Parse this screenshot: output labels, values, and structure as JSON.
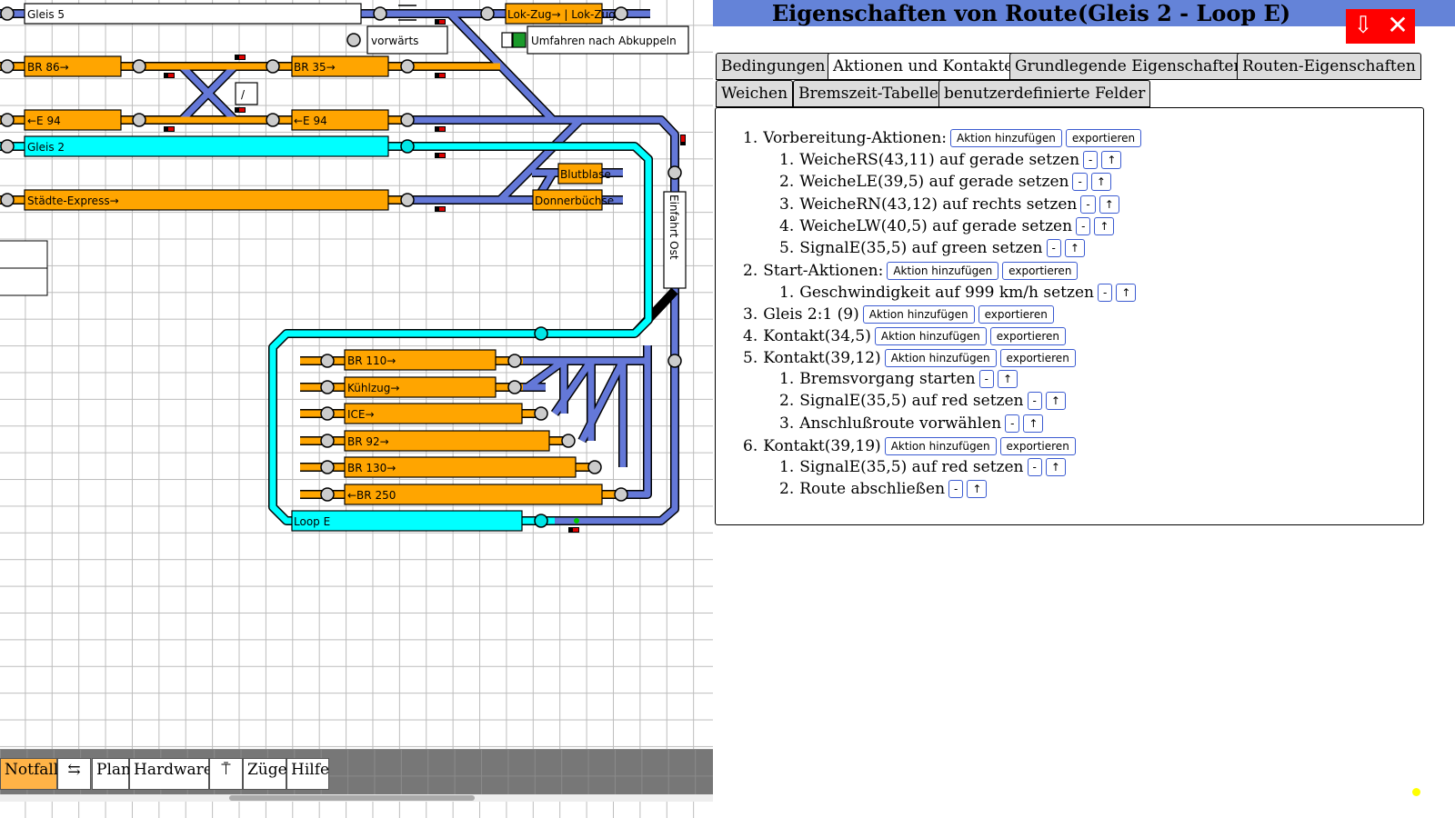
{
  "plan": {
    "tracks": {
      "gleis5": "Gleis 5",
      "br86": "BR 86→",
      "br35": "BR 35→",
      "e94a": "←E 94",
      "e94b": "←E 94",
      "gleis2": "Gleis 2",
      "staedte": "Städte-Express→",
      "lokzug": "Lok-Zug→ | Lok-Zug",
      "vorwaerts": "vorwärts",
      "umfahren": "Umfahren nach Abkuppeln",
      "blutblase": "Blutblase",
      "donnerbuechse": "Donnerbüchse",
      "einfahrt_ost": "Einfahrt Ost",
      "br110": "BR 110→",
      "kuehlzug": "Kühlzug→",
      "ice": "ICE→",
      "br92": "BR 92→",
      "br130": "BR 130→",
      "br250": "←BR 250",
      "loope": "Loop E",
      "slash": "/"
    },
    "colors": {
      "track": "#6478d8",
      "occupied": "#ffa500",
      "route": "#00ffff",
      "grid": "#bdbdbd"
    }
  },
  "toolbar": {
    "notfall": "Notfall",
    "swap_icon": "⇆",
    "plan": "Plan",
    "hardware": "Hardware",
    "signal_icon": "⍑",
    "zuege": "Züge",
    "hilfe": "Hilfe"
  },
  "dialog": {
    "title": "Eigenschaften von Route(Gleis 2 - Loop E)",
    "down_icon": "⇩",
    "close_icon": "✕",
    "tabs": [
      "Bedingungen",
      "Aktionen und Kontakte",
      "Grundlegende Eigenschaften",
      "Routen-Eigenschaften",
      "Weichen",
      "Bremszeit-Tabelle",
      "benutzerdefinierte Felder"
    ],
    "btn_add": "Aktion hinzufügen",
    "btn_export": "exportieren",
    "btn_minus": "-",
    "btn_up": "↑",
    "groups": [
      {
        "num": "1.",
        "label": "Vorbereitung-Aktionen:",
        "items": [
          {
            "num": "1.",
            "label": "WeicheRS(43,11) auf gerade setzen"
          },
          {
            "num": "2.",
            "label": "WeicheLE(39,5) auf gerade setzen"
          },
          {
            "num": "3.",
            "label": "WeicheRN(43,12) auf rechts setzen"
          },
          {
            "num": "4.",
            "label": "WeicheLW(40,5) auf gerade setzen"
          },
          {
            "num": "5.",
            "label": "SignalE(35,5) auf green setzen"
          }
        ]
      },
      {
        "num": "2.",
        "label": "Start-Aktionen:",
        "items": [
          {
            "num": "1.",
            "label": "Geschwindigkeit auf 999 km/h setzen"
          }
        ]
      },
      {
        "num": "3.",
        "label": "Gleis 2:1 (9)",
        "items": []
      },
      {
        "num": "4.",
        "label": "Kontakt(34,5)",
        "items": []
      },
      {
        "num": "5.",
        "label": "Kontakt(39,12)",
        "items": [
          {
            "num": "1.",
            "label": "Bremsvorgang starten"
          },
          {
            "num": "2.",
            "label": "SignalE(35,5) auf red setzen"
          },
          {
            "num": "3.",
            "label": "Anschlußroute vorwählen"
          }
        ]
      },
      {
        "num": "6.",
        "label": "Kontakt(39,19)",
        "items": [
          {
            "num": "1.",
            "label": "SignalE(35,5) auf red setzen"
          },
          {
            "num": "2.",
            "label": "Route abschließen"
          }
        ]
      }
    ]
  }
}
